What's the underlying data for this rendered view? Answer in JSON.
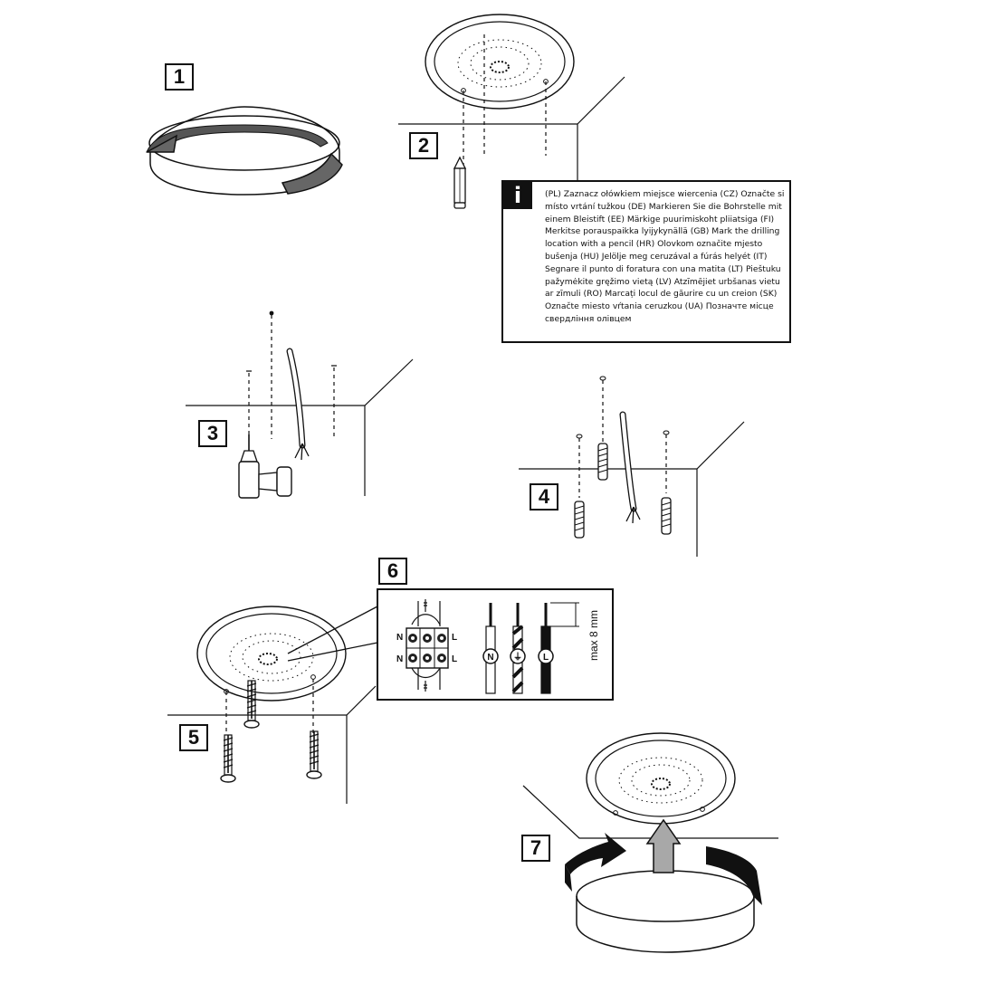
{
  "steps": [
    "1",
    "2",
    "3",
    "4",
    "5",
    "6",
    "7"
  ],
  "info": {
    "icon_label": "i",
    "text": "(PL) Zaznacz ołówkiem miejsce wiercenia   (CZ) Označte si místo vrtání tužkou   (DE) Markieren Sie die Bohrstelle mit einem Bleistift   (EE) Märkige puurimiskoht pliiatsiga   (FI) Merkitse porauspaikka lyijykynällä   (GB) Mark the drilling location with a pencil   (HR) Olovkom označite mjesto bušenja   (HU) Jelölje meg ceruzával a fúrás helyét   (IT) Segnare il punto di foratura con una matita   (LT) Pieštuku pažymėkite gręžimo vietą   (LV) Atzīmējiet urbšanas vietu ar zīmuli   (RO) Marcați locul de găurire cu un creion   (SK) Označte miesto vŕtania ceruzkou   (UA) Позначте місце свердління олівцем"
  },
  "wiring": {
    "terminal_labels": [
      "N",
      "L",
      "N",
      "L"
    ],
    "wire_symbols": [
      "N",
      "⏚",
      "L"
    ],
    "strip_length": "max 8 mm"
  },
  "colors": {
    "line": "#111111",
    "arrow_fill": "#666666",
    "arrow_up_fill": "#a8a8a8"
  }
}
